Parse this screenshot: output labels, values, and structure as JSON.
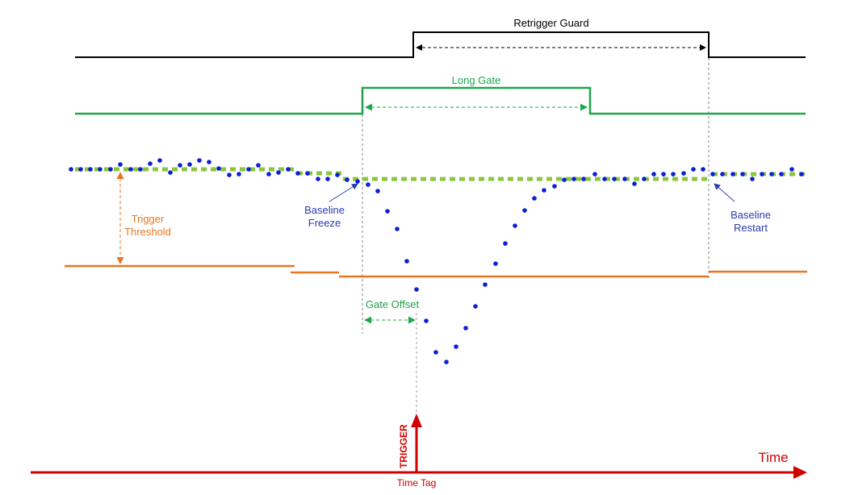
{
  "labels": {
    "retrigger_guard": "Retrigger Guard",
    "long_gate": "Long Gate",
    "trigger_threshold_line1": "Trigger",
    "trigger_threshold_line2": "Threshold",
    "baseline_freeze_line1": "Baseline",
    "baseline_freeze_line2": "Freeze",
    "baseline_restart_line1": "Baseline",
    "baseline_restart_line2": "Restart",
    "gate_offset": "Gate Offset",
    "trigger": "TRIGGER",
    "time": "Time",
    "time_tag": "Time Tag"
  },
  "colors": {
    "retrigger": "#000000",
    "gate": "#1aa84a",
    "threshold": "#e87722",
    "baseline": "#8cc63f",
    "samples": "#0a1fd6",
    "baseline_text": "#2a3bb0",
    "gate_offset_text": "#22a04a",
    "trigger": "#d00000",
    "guide": "#666666"
  }
}
